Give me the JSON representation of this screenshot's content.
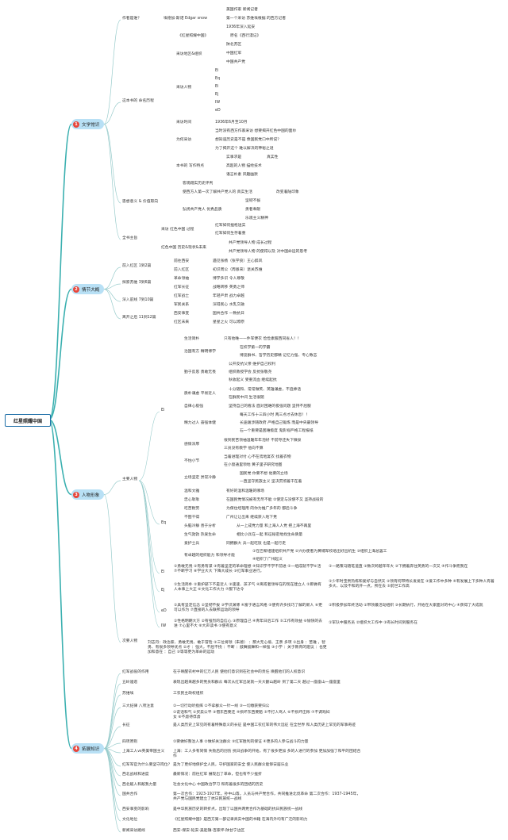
{
  "root": {
    "title": "红星照耀中国"
  },
  "branches": {
    "lit": {
      "num": "1",
      "title": "文学常识"
    },
    "plot": {
      "num": "2",
      "title": "情节大概"
    },
    "char": {
      "num": "3",
      "title": "人物形象"
    },
    "ext": {
      "num": "4",
      "title": "拓展知识"
    }
  },
  "lit": {
    "author": {
      "label": "作者是谁？",
      "name": "埃德加·斯诺 Edgar snow",
      "facts": [
        "美国作家 新闻记者",
        "第一个采访 苏维埃根据 的西方记者",
        "1936年深入延安"
      ]
    },
    "book": {
      "label": "这本书的 命名历程",
      "titles": [
        "《红星照耀中国》",
        "原名《西行漫记》"
      ],
      "region": {
        "label": "采访地区&组织",
        "items": [
          "陕北苏区",
          "中国红军",
          "中国共产党"
        ]
      },
      "people": {
        "label": "采访人物",
        "items": [
          "Ei",
          "Eq",
          "Ei",
          "Ej",
          "IW",
          "eD"
        ]
      },
      "time": {
        "label": "采访时间",
        "value": "1936年6月至10月"
      },
      "why": {
        "label": "为何采访",
        "items": [
          "当时没有西方作家采访 想要揭开红色中国的面纱",
          "想知道历史是不是 像国民党口中所说？",
          "为了揭开这个 难以解决的神秘之谜"
        ]
      },
      "feature": {
        "label": "本书的 写作特点",
        "a_label": "实事求是",
        "a_value": "真实性",
        "b": "高超的人物 描绘技术",
        "c": "语言朴素 风趣幽默"
      }
    },
    "meaning": {
      "label": "思想意义 & 价值取向",
      "a": "客观翔实历史评判",
      "b_label": "使西方人第一次了解共产党人的 真实生活",
      "b_value": "改变着陆印象",
      "c_label": "弘扬共产党人 优秀品质",
      "c_items": [
        "坚韧不拔",
        "勇者奉献",
        "乐观主义精神"
      ]
    },
    "theme": {
      "label": "全书主旨",
      "a_label": "采访 红色中国 过程",
      "a_items": [
        "红军如何挫枪送实",
        "红军如何生存着重"
      ],
      "b_label": "红色中国 历史&现状&未来",
      "b_items": [
        "共产党领导人物 成长过程",
        "共产党领导人物 的使得以及 对中国命运的思考"
      ]
    }
  },
  "plot": {
    "rows": [
      {
        "label": "前入红区 1到2篇",
        "items": [
          {
            "a": "前往西安",
            "b": "遇见张杨（张学良）王心醉风"
          },
          {
            "a": "前入红区",
            "b": "初识周公（周恩来）退关苏维"
          }
        ]
      },
      {
        "label": "探索苏维 3到6篇",
        "items": [
          {
            "a": "革命领袖",
            "b": "博学多识 令人尊敬"
          },
          {
            "a": "红军长征",
            "b": "战略转移 英勇之师"
          }
        ]
      },
      {
        "label": "深入前线 7到10篇",
        "items": [
          {
            "a": "红军战士",
            "b": "年轻严肃 战力卓越"
          },
          {
            "a": "军民关系",
            "b": "深得民心 水乳交融"
          }
        ]
      },
      {
        "label": "离开之后 11到12篇",
        "items": [
          {
            "a": "西安事变",
            "b": "国共合作 一致抗日"
          },
          {
            "a": "红区未来",
            "b": "星星之火 可以燎原"
          }
        ]
      }
    ]
  },
  "char": {
    "main_label": "主要人物",
    "minor_label": "次要人物",
    "p1": {
      "label": "Ei",
      "traits": [
        {
          "t": "生活简朴",
          "d": [
            "只有他唯一一件军便衣 俭俭素服西同省人！！"
          ]
        },
        {
          "t": "治国有方 精明博学",
          "d": [
            "在校学第一的学霸",
            "博览群书、哲学历史都精 记忆力强、专心致志"
          ]
        },
        {
          "t": "勤于反思 勇敢无畏",
          "d": [
            "公开反抗父亲 维护自己权利",
            "组织教授学会 反抗张敬尧",
            "秋收起义 受重流血 继续起抗"
          ]
        },
        {
          "t": "质朴谦虚 平易近人",
          "d": [
            "十分随和、常常微笑、英雄谦虚，不追捧话",
            "在群民中间 生活很随"
          ]
        },
        {
          "t": "自律心极强",
          "d": [
            "坚持自己的看法 面对困难的极强问题 坚持不屈服"
          ]
        },
        {
          "t": "精力过人 奋强体健",
          "d": [
            "每天工作十三四小时 两三点才去休息！！",
            "长途跋涉随政府 严格自己锻炼 而是中央最领导",
            "石一个重要是困难极度 鬼影视严格工程报纸"
          ]
        },
        {
          "t": "感情深厚",
          "d": [
            "很到民苦领袖温暖年年泡好 不前夺还失下微泉",
            "三员没有教学 他向不算"
          ]
        },
        {
          "t": "不怕小节",
          "d": [
            "当着进理对付 心不在焉地宴衣 找着衣物",
            "在小窗通里领地 黄子里子研究地图"
          ]
        },
        {
          "t": "立场坚定 异常冷静",
          "d": [
            "国民党 你要不想 他要的立场",
            "一直坚守民族主义 坚决贯彻着干在着"
          ]
        }
      ]
    },
    "p2": {
      "label": "Eq",
      "traits": [
        {
          "t": "温和文雅",
          "d": [
            "有好的温和温暖的哪场"
          ]
        },
        {
          "t": "忠心耿耿",
          "d": [
            "在国民党情况被有无尽不能 ②使定与没使不又 坚持战役的"
          ]
        },
        {
          "t": "吃苦耐劳",
          "d": [
            "为保住经理用 的你为推广多年的 都后斗争"
          ]
        },
        {
          "t": "不图干得",
          "d": [
            "广州让让出来 继续获入地下党"
          ]
        },
        {
          "t": "头脑冷静 善于分析",
          "d": [
            "从一上成党力量 和上海人人党 把上海不再里"
          ]
        },
        {
          "t": "生气勃勃 热爱生命",
          "d": [
            "相比小兵在一起 和征秘密地找生命质量"
          ]
        },
        {
          "t": "爱护士兵",
          "d": [
            "同拥群大 兵一起吃饭 也是一起行走"
          ]
        },
        {
          "t": "有卓越的组织能力 和领导才能",
          "d": [
            "①在巴黎组建组织共产党 ②兴办使者为黄埔军校培出好出机生 ③组织上海总罢工",
            "④组织了广州起义"
          ]
        }
      ]
    },
    "p3": {
      "label": "Ei",
      "text": "①勇敢无畏 ②有勇有谋 ③有着坚定的革命理想 ④知识学不学不前进 ⑤一组成就不学⑥活 ⑦不断学习 ⑧学业大大 下降大成长 ⑨红军事业进行。",
      "note": "①一路策马随笔道直 ②数次跨越年年大 ③下拥着奔往英勇的一次又 ④作斗争而我在"
    },
    "p4": {
      "label": "Ej",
      "text": "①生活简朴 ②重护部下不是近人 ③速速、孩子气 ④离或者领导在的现在建立人 ⑤即做有人本事上大正 ⑥文化工作大力 ⑦服下达令",
      "note": "①少年时宝贵热练和爱好与自然天 ②领有何带特长发发在 ③爱工作中多种 ④有发展上下多种人有着多大、以及不和的开一点，所在去 ⑤前世工作高"
    },
    "p5": {
      "label": "eD",
      "text": "①具有坚定信念 ②坚韧不拔 ③学识渊博 ④富于语言风格 ⑤使有许多技巧了解的新人 ⑥更可以作为 ⑦直接的人去联邦运动的领导",
      "note": "①积极参加年终活动 ②带领最活动组织 ③长期执行，开始在大家面对的中心 ④获得了大成就"
    },
    "p6": {
      "label": "IW",
      "text": "①性格明朗大方 ②有强烈的自信心 ③原理自己 ④青年日后工作 ⑤工作有效益 ⑥愉快的去进 ⑦心里不大 ⑧大声读书 ⑨使有意义",
      "note": "①军队中服务员 ②组织大工作中 ③有长时间到服务在"
    },
    "minor": "刘志丹：政治家、勇敢无畏、敢于冒险 ②三位将领（朱德） ：那大无心境、王亲 多项 ①出身 ：苦难 ，智勇、有很多领导优点 ②才 ：强大，不屈不挠 ：不断 ：鼓舞鼓舞和一样强 ③小学 ：关于教育的建议 ：也更加和意在 ：自己 ③等等更为革命的运动"
  },
  "ext": {
    "items": [
      {
        "label": "红军战役的作用",
        "value": "在于唤醒农村中的亿万人民 使他们意识到在社会中的责任 唤醒他们的人权意识"
      },
      {
        "label": "五岭逶迤",
        "value": "表现出越来越多的党员和群众 每次从红军出发就一天大翻山越岭 到了第二天 越过一座座山一座座里"
      },
      {
        "label": "苏维埃",
        "value": "工农民主政权组织"
      },
      {
        "label": "三大纪律 八项注意",
        "value": "①一切行动听指挥 ②不拿群众一针一线 ③一切缴获要归公",
        "value2": "①说话和气 ②买卖公平 ③借东西要还 ④损坏东西要赔 ⑤不打人骂人 ⑥不损坏庄稼 ⑦不调戏妇女 ⑧不虐待俘虏"
      },
      {
        "label": "长征",
        "value": "是人类历史上罕见的有着特殊意义的长征 是中国工农红军的伟大远征 在全世界 和人类历史上罕见的军事奇迹"
      },
      {
        "label": "四项原则",
        "value": "①要做好整治人事 ②做好关注群众 ③红军胜利的保证 ④更多的人参与战斗的力量"
      },
      {
        "label": "上海工人vs英美帝国主义",
        "value": "上海：工人多有同情 失败后的创伤 抗日战争的开始，有了很多更加 多的人进行的参加 更加加强了和平的团结合作"
      },
      {
        "label": "红军军官为什么要坚守岗位？",
        "value": "是为了更好地保护全人民，守护国家的安全 使人民群众能够安居乐业"
      },
      {
        "label": "西北战线和进度",
        "value": "最新情况：前往红军 展现出了革命，但也有不少挫折"
      },
      {
        "label": "西北敌人和敌我力量",
        "value": "社会文化中心 中国政治学习 和有着很多的团结的历史"
      },
      {
        "label": "国共合作",
        "value": "第一次合作：1923-1927年，孙中山等，人员与共产党合作，共同推进北伐革命 第二次合作：1937-1945年，共产党与国民党建立了抗日民族统一战线"
      },
      {
        "label": "西安事变的影响",
        "value": "是中华民族历史的转折点，出现了以国共两党合作为基础的抗日民族统一战线"
      },
      {
        "label": "文化地位",
        "value": "《红星照耀中国》是西方第一部记录真实中国的书籍 在海内外均有广泛的影响力"
      },
      {
        "label": "新闻采访路线",
        "value": "西安-保安-延安-吴起镇-百家坪-陕甘宁边区"
      }
    ]
  }
}
